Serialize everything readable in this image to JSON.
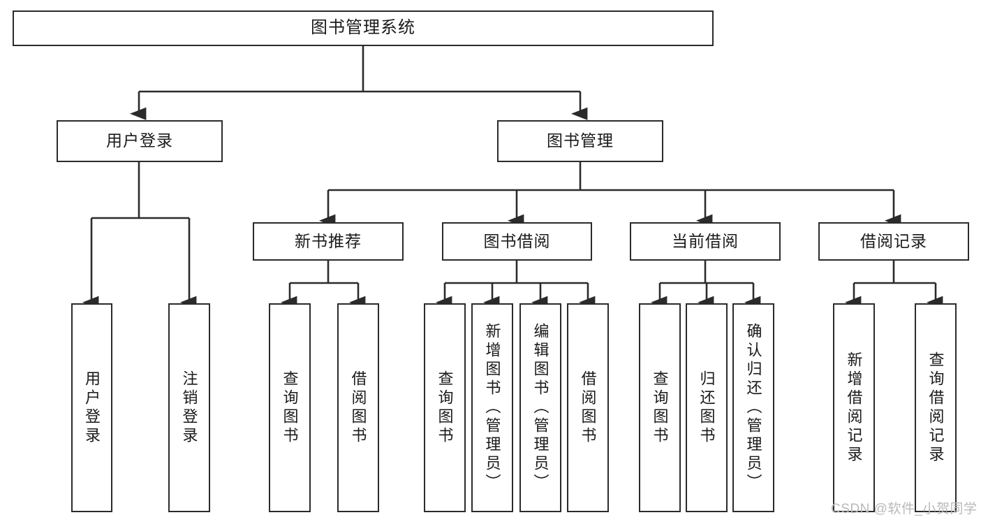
{
  "diagram": {
    "title": "图书管理系统",
    "type": "tree-hierarchy",
    "stroke_color": "#2b2b2b",
    "fill_color": "#ffffff",
    "text_color": "#1a1a1a"
  },
  "root": {
    "label": "图书管理系统"
  },
  "level2": [
    {
      "label": "用户登录"
    },
    {
      "label": "图书管理"
    }
  ],
  "level3": [
    {
      "label": "新书推荐"
    },
    {
      "label": "图书借阅"
    },
    {
      "label": "当前借阅"
    },
    {
      "label": "借阅记录"
    }
  ],
  "leaves": {
    "user_login": [
      {
        "label": "用户登录"
      },
      {
        "label": "注销登录"
      }
    ],
    "new_book_recommend": [
      {
        "label": "查询图书"
      },
      {
        "label": "借阅图书"
      }
    ],
    "book_borrow": [
      {
        "label": "查询图书"
      },
      {
        "label": "新增图书（管理员）"
      },
      {
        "label": "编辑图书（管理员）"
      },
      {
        "label": "借阅图书"
      }
    ],
    "current_borrow": [
      {
        "label": "查询图书"
      },
      {
        "label": "归还图书"
      },
      {
        "label": "确认归还（管理员）"
      }
    ],
    "borrow_record": [
      {
        "label": "新增借阅记录"
      },
      {
        "label": "查询借阅记录"
      }
    ]
  },
  "watermark": {
    "text": "CSDN @软件_小贺同学"
  }
}
